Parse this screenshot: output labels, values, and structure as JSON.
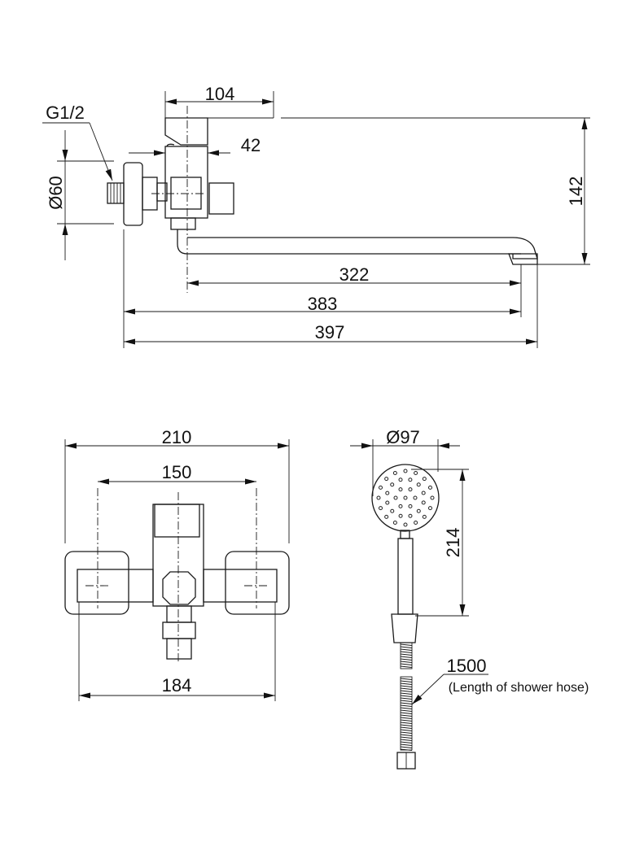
{
  "side_view": {
    "dim_handle_width": "104",
    "dim_body_width": "42",
    "thread_label": "G1/2",
    "dim_flange_diameter": "Ø60",
    "dim_height": "142",
    "dim_spout_length": "322",
    "dim_outlet_reach": "383",
    "dim_overall_length": "397"
  },
  "front_view": {
    "dim_overall_width": "210",
    "dim_center_distance": "150",
    "dim_bottom_width": "184"
  },
  "hand_shower": {
    "dim_head_diameter": "Ø97",
    "dim_length": "214",
    "hose_length": "1500",
    "hose_note": "(Length of shower hose)"
  },
  "line_color": "#1a1a1a"
}
